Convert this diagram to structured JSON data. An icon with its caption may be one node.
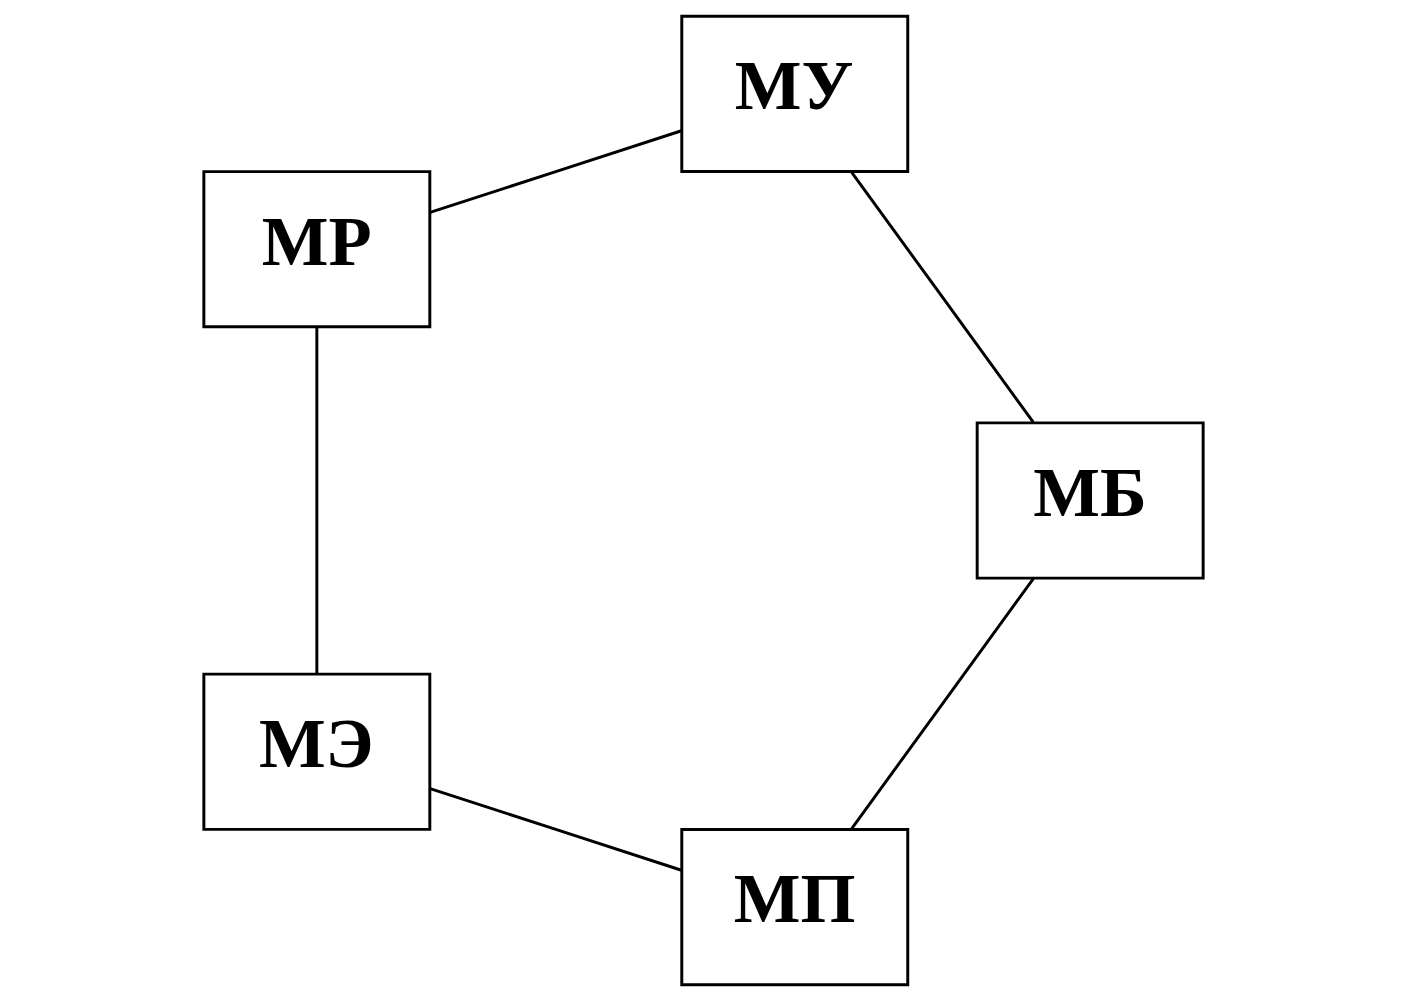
{
  "diagram": {
    "nodes": [
      {
        "text": [
          "МП"
        ]
      },
      {
        "text": [
          "МЭ"
        ]
      },
      {
        "text": [
          "МБ"
        ]
      },
      {
        "text": [
          "МР"
        ]
      },
      {
        "text": [
          "МУ"
        ]
      }
    ],
    "edges": [
      {
        "from": 0,
        "to": 1,
        "arrow": "none"
      },
      {
        "from": 0,
        "to": 2,
        "arrow": "none"
      },
      {
        "from": 1,
        "to": 3,
        "arrow": "none"
      },
      {
        "from": 2,
        "to": 4,
        "arrow": "none"
      },
      {
        "from": 3,
        "to": 4,
        "arrow": "none"
      }
    ]
  }
}
